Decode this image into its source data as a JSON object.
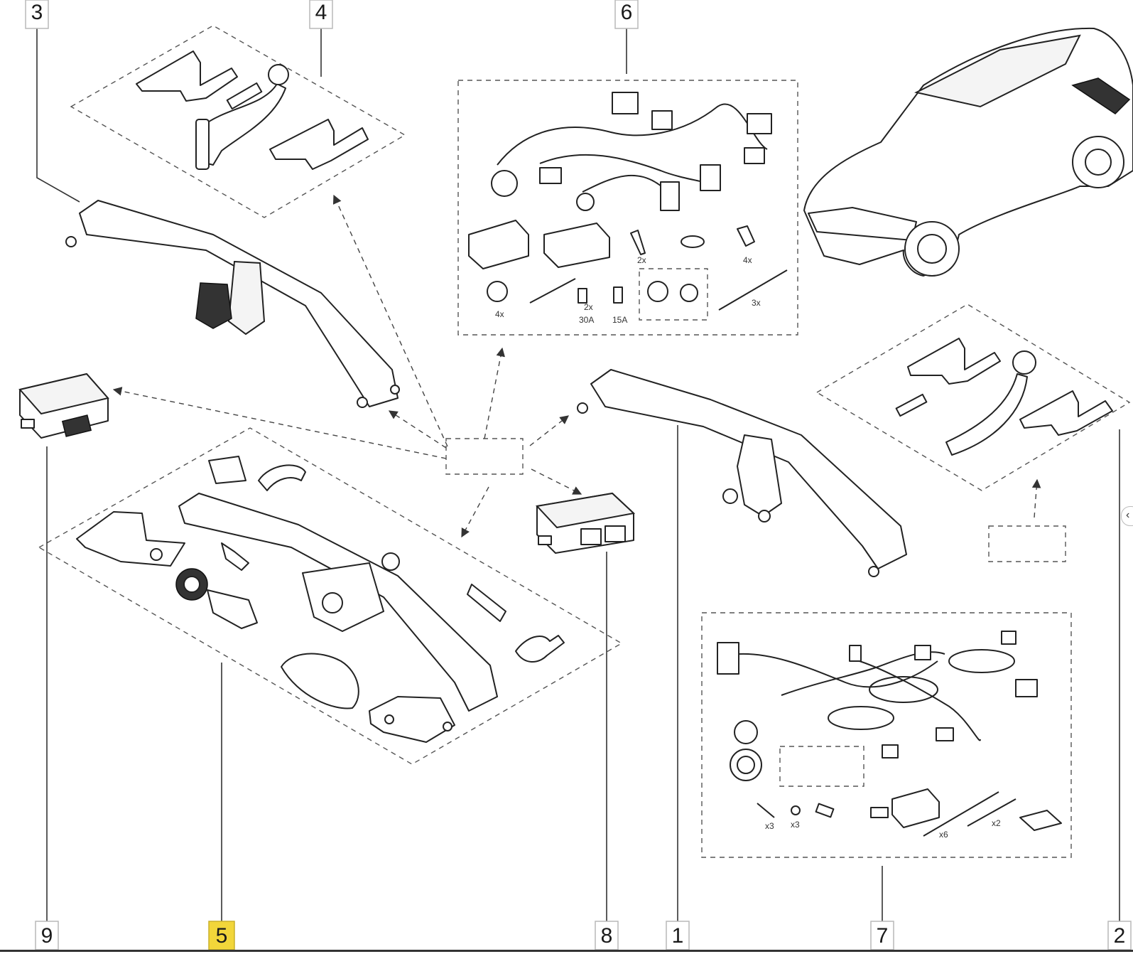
{
  "callouts": [
    {
      "id": "c3",
      "label": "3",
      "highlighted": false
    },
    {
      "id": "c4",
      "label": "4",
      "highlighted": false
    },
    {
      "id": "c6",
      "label": "6",
      "highlighted": false
    },
    {
      "id": "c9",
      "label": "9",
      "highlighted": false
    },
    {
      "id": "c5",
      "label": "5",
      "highlighted": true
    },
    {
      "id": "c8",
      "label": "8",
      "highlighted": false
    },
    {
      "id": "c1",
      "label": "1",
      "highlighted": false
    },
    {
      "id": "c7",
      "label": "7",
      "highlighted": false
    },
    {
      "id": "c2",
      "label": "2",
      "highlighted": false
    }
  ],
  "kit6_labels": {
    "screw_qty": "2x",
    "bolt_qty": "4x",
    "grommet_qty": "4x",
    "fuse_a_qty": "2x",
    "fuse_a_rating": "30A",
    "fuse_b_rating": "15A",
    "tie_qty": "3x"
  },
  "kit7_labels": {
    "screw_qty": "x3",
    "nut_qty": "x3",
    "tie_a_qty": "x6",
    "tie_b_qty": "x2"
  },
  "side_toggle_icon": "chevron-left-icon",
  "colors": {
    "highlight": "#f2d63a",
    "line": "#222222",
    "dashed": "#555555"
  }
}
